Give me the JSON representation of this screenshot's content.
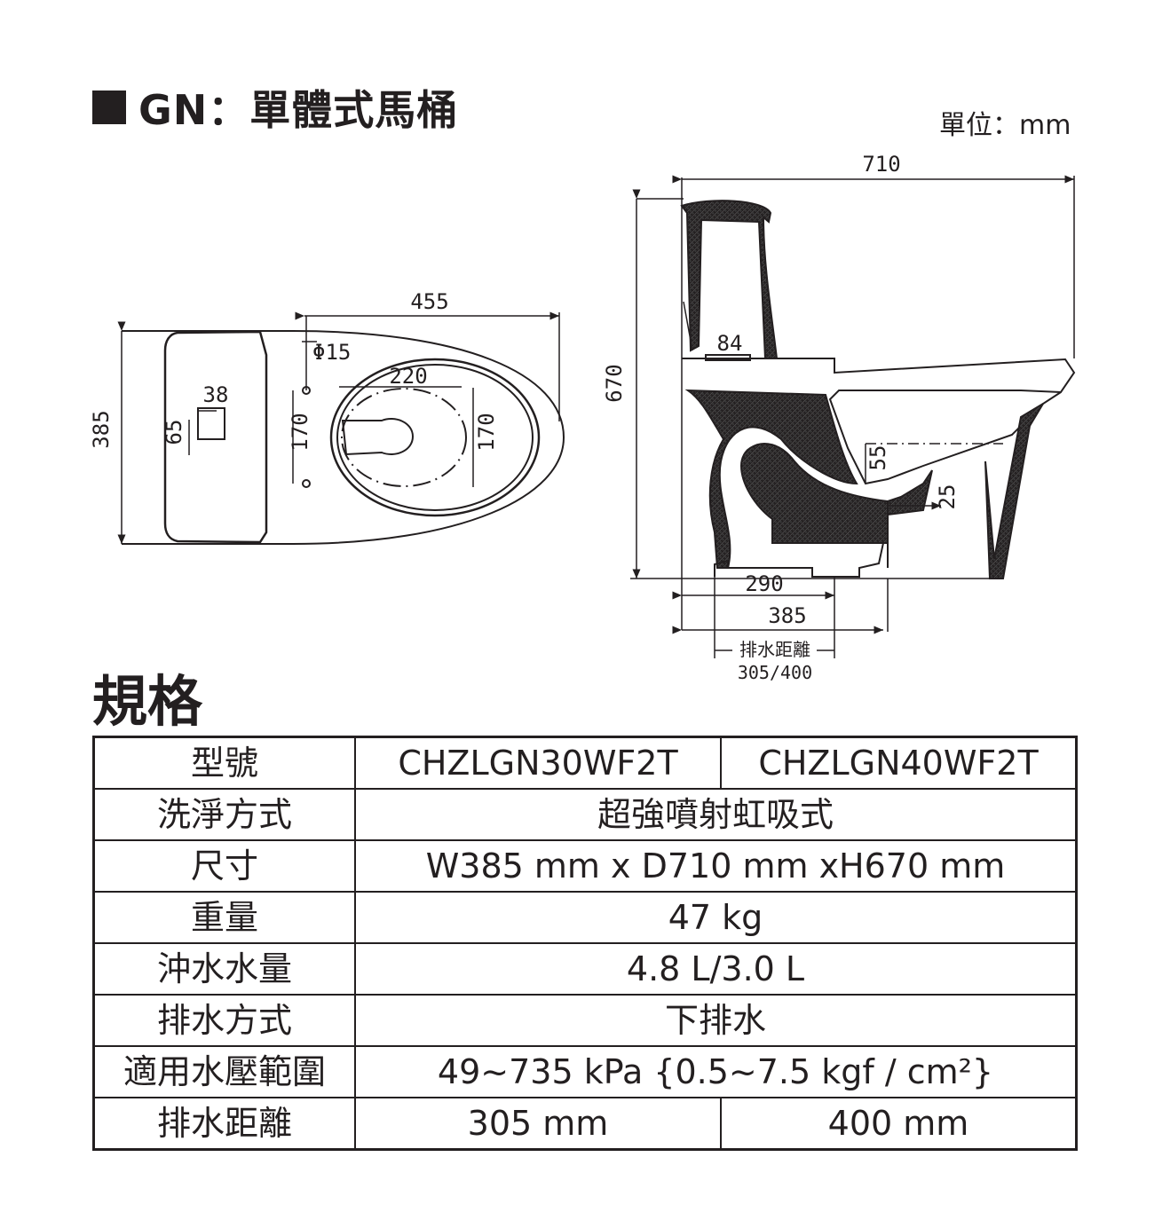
{
  "header": {
    "title": "GN：單體式馬桶",
    "unit": "單位：mm"
  },
  "top_view": {
    "width": "385",
    "length": "455",
    "hole_dia": "Φ15",
    "button_w": "38",
    "button_h": "65",
    "hole_spacing": "170",
    "seat_w": "220",
    "seat_h": "170"
  },
  "side_view": {
    "depth": "710",
    "height": "670",
    "outlet": "84",
    "water_depth": "55",
    "trap": "25",
    "base": "290",
    "width": "385",
    "rough_in_label": "排水距離",
    "rough_in_value": "305/400"
  },
  "spec": {
    "title": "規格",
    "rows": [
      {
        "label": "型號",
        "v1": "CHZLGN30WF2T",
        "v2": "CHZLGN40WF2T"
      },
      {
        "label": "洗淨方式",
        "value": "超強噴射虹吸式"
      },
      {
        "label": "尺寸",
        "value": "W385 mm x D710 mm xH670 mm"
      },
      {
        "label": "重量",
        "value": "47 kg"
      },
      {
        "label": "沖水水量",
        "value": "4.8 L/3.0 L"
      },
      {
        "label": "排水方式",
        "value": "下排水"
      },
      {
        "label": "適用水壓範圍",
        "value": "49~735 kPa {0.5~7.5 kgf / cm²}"
      },
      {
        "label": "排水距離",
        "v1": "305 mm",
        "v2": "400 mm"
      }
    ]
  }
}
